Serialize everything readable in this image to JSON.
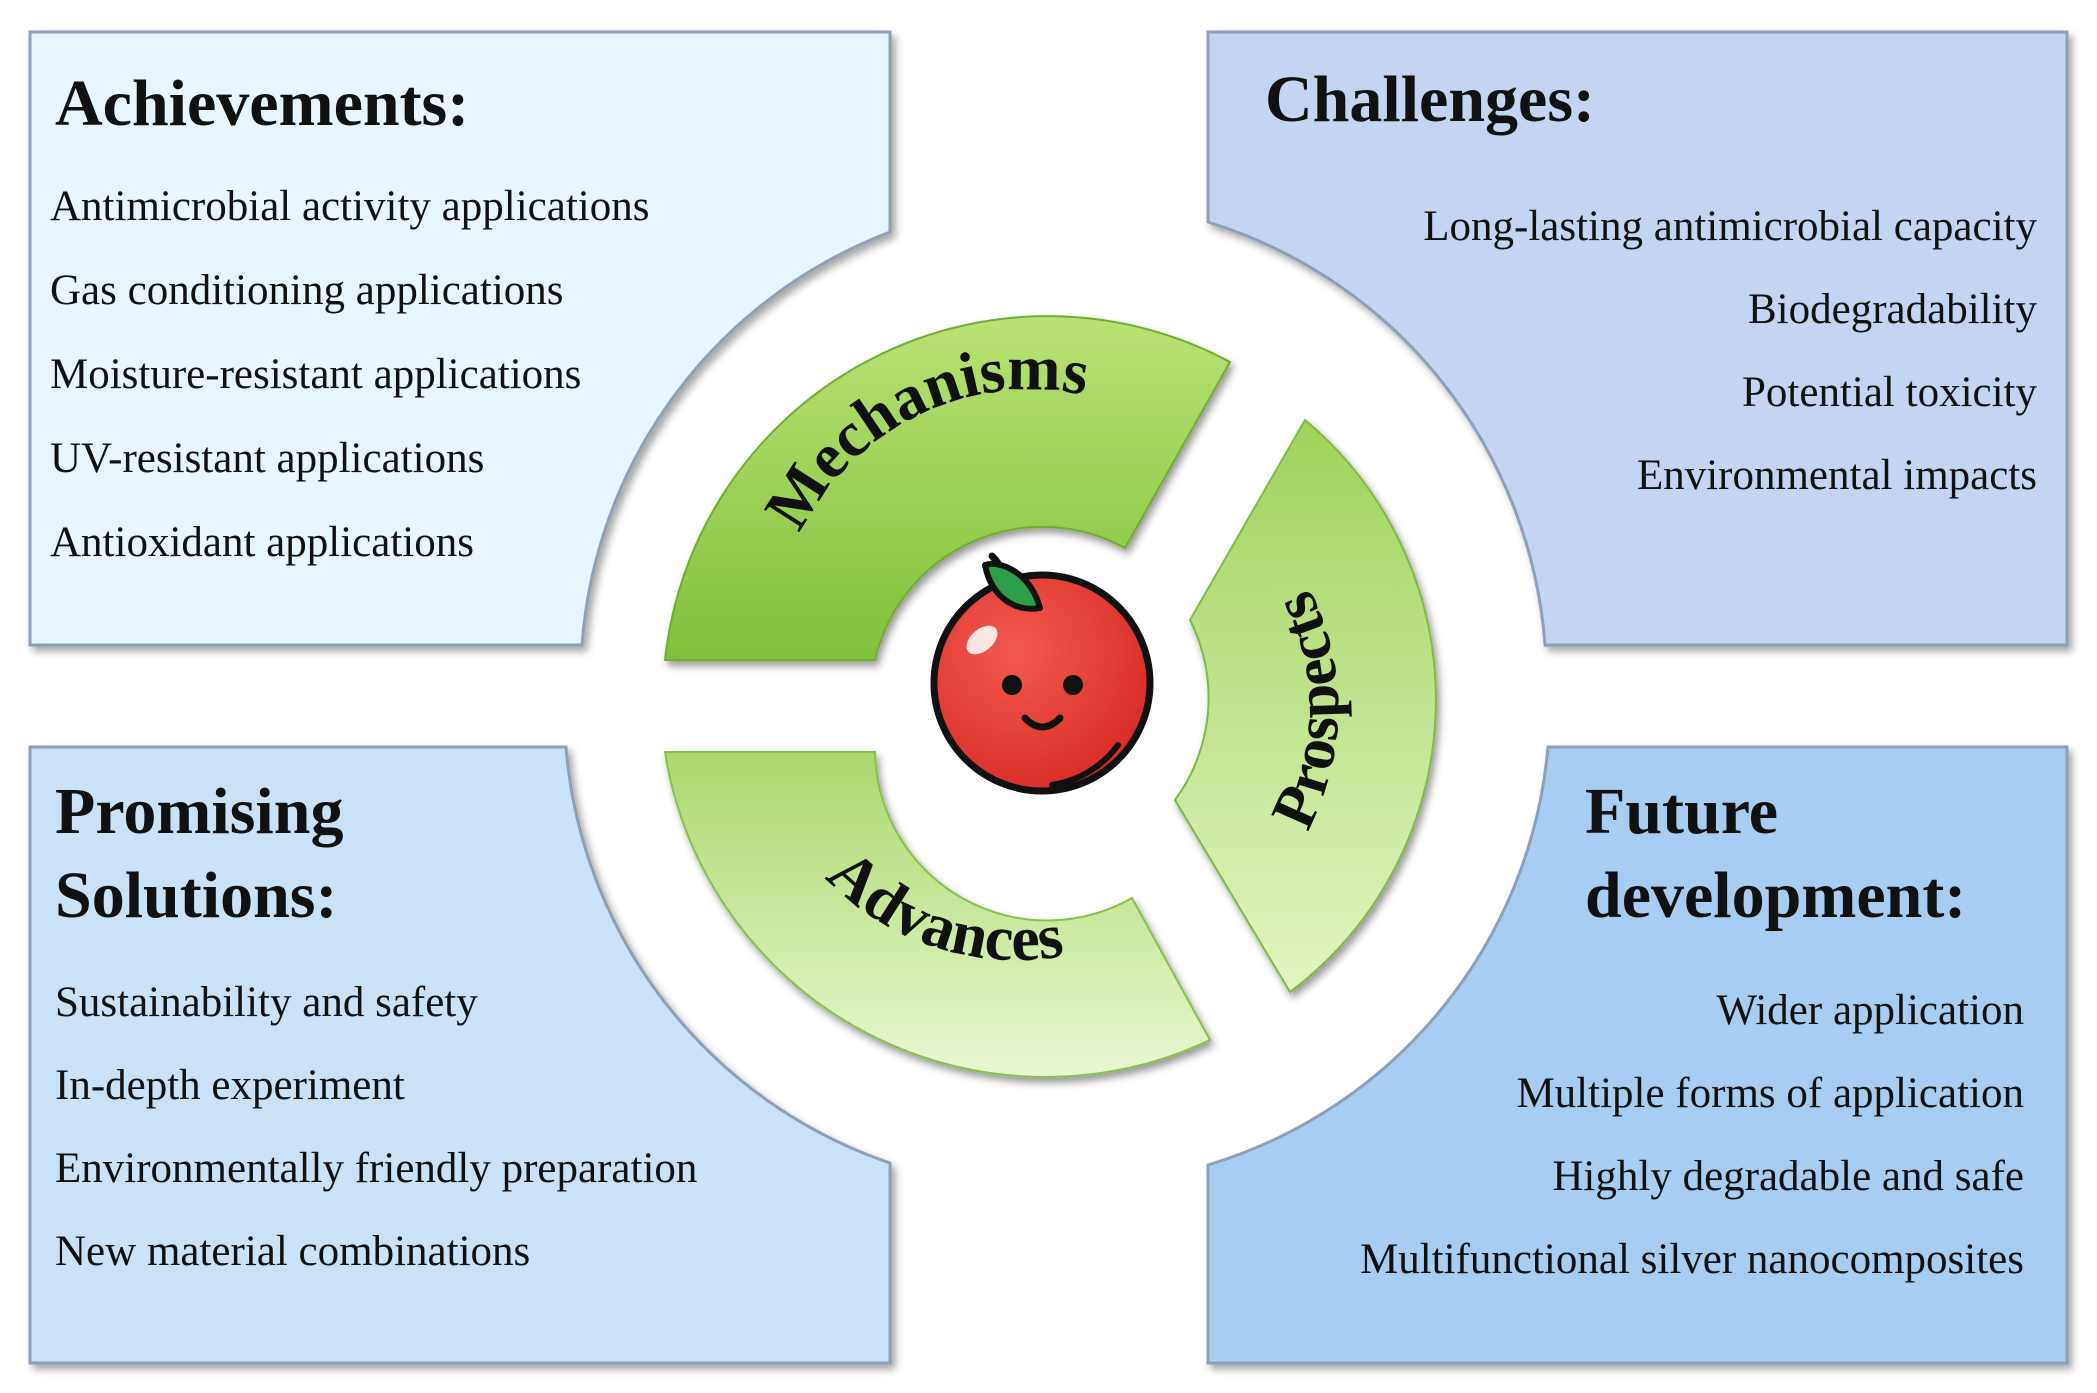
{
  "achievements": {
    "title": "Achievements:",
    "items": [
      "Antimicrobial activity applications",
      "Gas conditioning applications",
      "Moisture-resistant applications",
      "UV-resistant applications",
      "Antioxidant applications"
    ]
  },
  "challenges": {
    "title": "Challenges:",
    "items": [
      "Long-lasting antimicrobial capacity",
      "Biodegradability",
      "Potential toxicity",
      "Environmental impacts"
    ]
  },
  "solutions": {
    "title_line1": "Promising",
    "title_line2": "Solutions:",
    "items": [
      "Sustainability and safety",
      "In-depth experiment",
      "Environmentally friendly preparation",
      "New material combinations"
    ]
  },
  "future": {
    "title_line1": "Future",
    "title_line2": "development:",
    "items": [
      "Wider application",
      "Multiple forms of application",
      "Highly degradable and safe",
      "Multifunctional silver  nanocomposites"
    ]
  },
  "cycle": {
    "mechanisms": "Mechanisms",
    "prospects": "Prospects",
    "advances": "Advances"
  },
  "colors": {
    "box_top_left": "#e8f5fd",
    "box_top_right": "#c3d5f3",
    "box_bottom_left": "#c9e2f8",
    "box_bottom_right": "#a8cdf3",
    "green_dark": "#8fcc45",
    "green_light": "#d4eeab",
    "apple_red": "#e53935"
  }
}
